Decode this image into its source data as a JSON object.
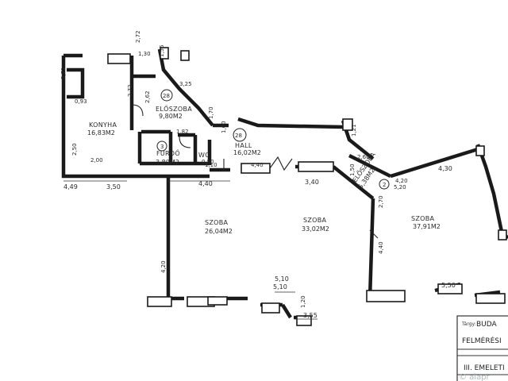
{
  "rooms": {
    "kitchen": {
      "name": "KONYHA",
      "area": "16,83M2"
    },
    "bathroom": {
      "name": "FÜRDŐ",
      "area": "3,80M2"
    },
    "storage": {
      "name": "ELŐSZOBA",
      "area": "9,80M2"
    },
    "wc": {
      "name": "WC"
    },
    "hall": {
      "name": "HALL",
      "area": "16,02M2"
    },
    "room_a": {
      "name": "SZOBA",
      "area": "26,04M2"
    },
    "room_b": {
      "name": "SZOBA",
      "area": "33,02M2"
    },
    "room_c": {
      "name": "SZOBA",
      "area": "37,91M2"
    },
    "corridor": {
      "name": "ELŐSZOBA",
      "area": "5,38M2"
    }
  },
  "markers": {
    "m1": "28",
    "m2": "3",
    "m3": "28",
    "m4": "2"
  },
  "dimensions": {
    "d_449": "4,49",
    "d_350": "3,50",
    "d_440": "4,40",
    "d_340": "3,40",
    "d_430": "4,30",
    "d_510_a": "5,10",
    "d_510_b": "5,10",
    "d_355": "3,55",
    "d_550": "5,50",
    "d_150": "1,50",
    "d_270": "2,70",
    "d_120": "1,20",
    "d_420": "4,20",
    "d_440b": "4,40",
    "d_272": "2,72",
    "d_262": "2,62",
    "d_371": "3,71",
    "d_093": "0,93",
    "d_250": "2,50",
    "d_200": "2,00",
    "d_272b": "2,72",
    "d_182": "1,82",
    "d_110": "1,10",
    "d_325": "3,25",
    "d_260": "2,60",
    "d_170": "1,70",
    "d_080": "0,80",
    "d_155": "1,55",
    "d_121": "1,21",
    "d_440c": "4,40",
    "d_130": "1,30",
    "d_160": "1,60",
    "d_420b": "4,20",
    "d_520": "5,20"
  },
  "title_block": {
    "label_targy": "Tárgy:",
    "value_targy": "BUDA",
    "value_felmeresi": "FELMÉRÉSI",
    "value_emelet": "III. EMELETI"
  },
  "watermark": "© alapr"
}
